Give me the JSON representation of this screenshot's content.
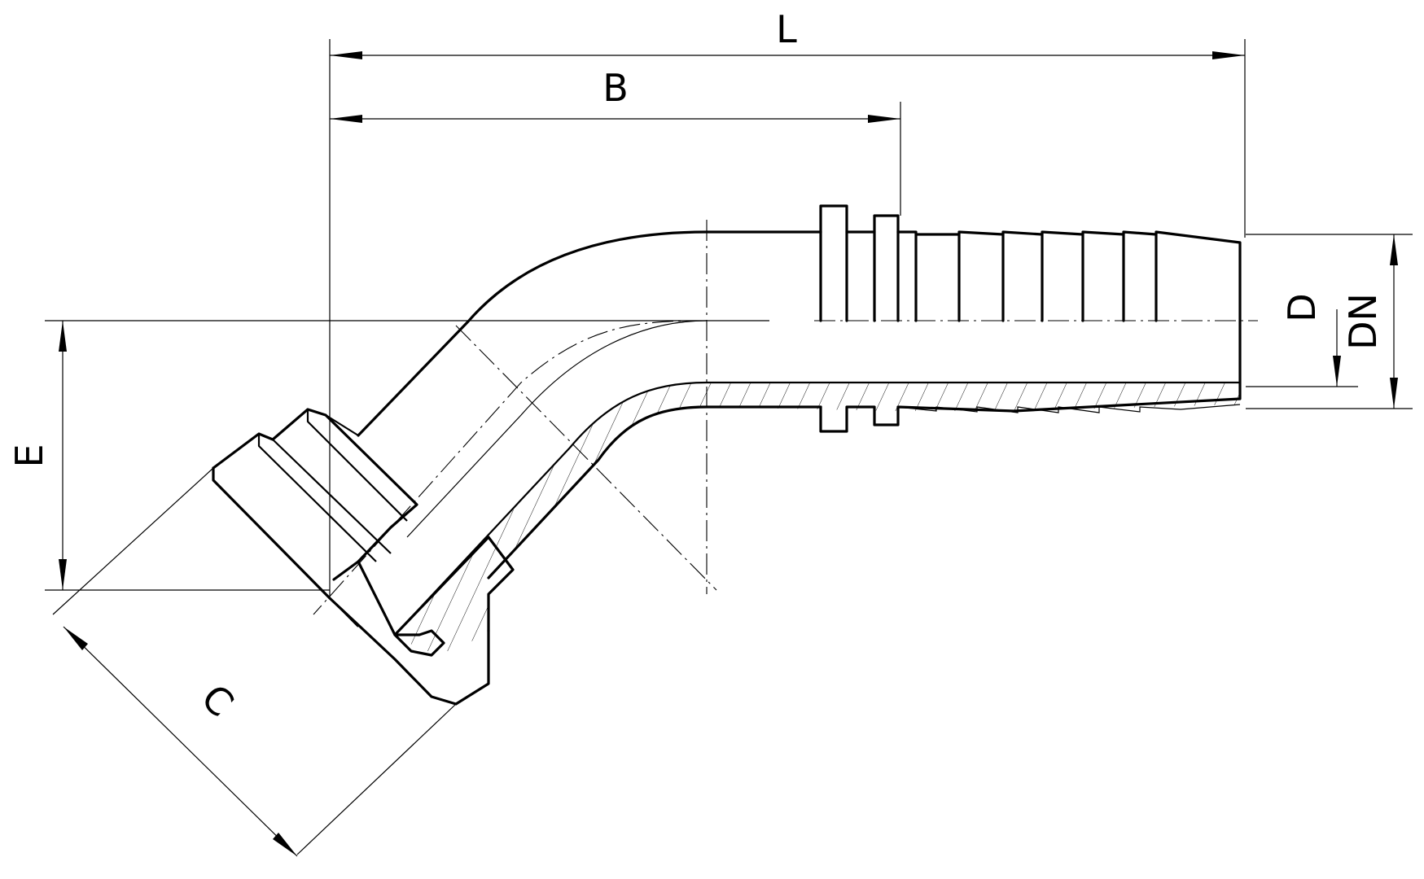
{
  "labels": {
    "L": "L",
    "B": "B",
    "D": "D",
    "DN": "DN",
    "E": "E",
    "C": "C"
  }
}
